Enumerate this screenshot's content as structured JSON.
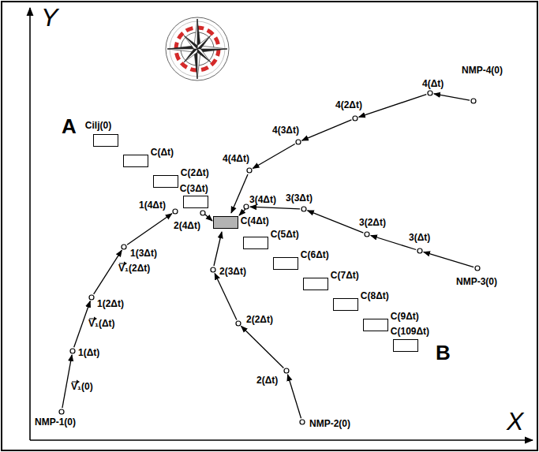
{
  "diagram": {
    "nodes": [
      {
        "text": [
          "Cilj(0)"
        ]
      },
      {
        "text": [
          "C(Δt)"
        ]
      },
      {
        "text": [
          "C(2Δt)"
        ]
      },
      {
        "text": [
          "C(3Δt)"
        ]
      },
      {
        "text": [
          "C(4Δt)"
        ]
      },
      {
        "text": [
          "C(5Δt)"
        ]
      },
      {
        "text": [
          "C(6Δt)"
        ]
      },
      {
        "text": [
          "C(7Δt)"
        ]
      },
      {
        "text": [
          "C(8Δt)"
        ]
      },
      {
        "text": [
          "C(9Δt)"
        ]
      },
      {
        "text": [
          "C(109Δt)"
        ]
      }
    ],
    "labels": [
      "Y",
      "X",
      "A",
      "B",
      "NMP-1(0)",
      "1(Δt)",
      "1(2Δt)",
      "1(3Δt)",
      "1(4Δt)",
      "V₁(0)",
      "V₁(Δt)",
      "V₁(2Δt)",
      "NMP-2(0)",
      "2(Δt)",
      "2(2Δt)",
      "2(3Δt)",
      "2(4Δt)",
      "NMP-3(0)",
      "3(Δt)",
      "3(2Δt)",
      "3(3Δt)",
      "3(4Δt)",
      "NMP-4(0)",
      "4(Δt)",
      "4(2Δt)",
      "4(3Δt)",
      "4(4Δt)"
    ]
  }
}
